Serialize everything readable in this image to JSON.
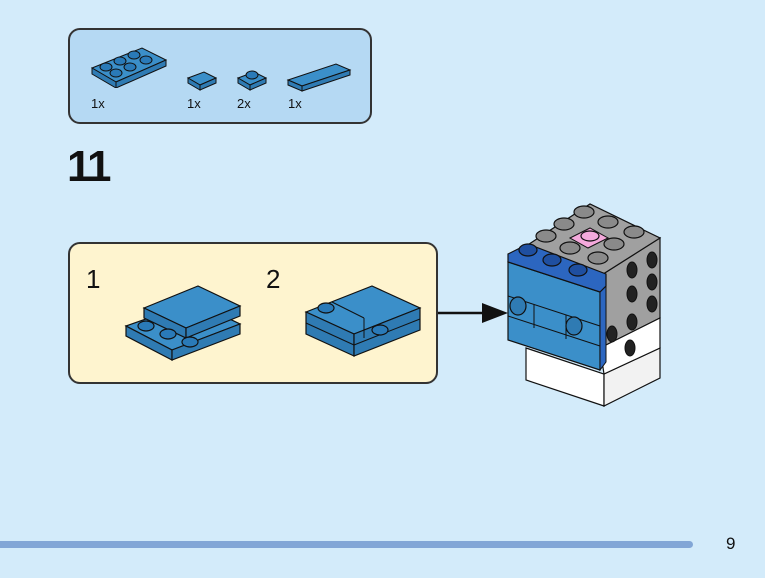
{
  "step": {
    "number": "11"
  },
  "parts_list": {
    "items": [
      {
        "part": "plate-2x3",
        "quantity": "1x",
        "color": "#3b8fc9"
      },
      {
        "part": "tile-1x1",
        "quantity": "1x",
        "color": "#3b8fc9"
      },
      {
        "part": "plate-1x1-round-stud",
        "quantity": "2x",
        "color": "#3b8fc9"
      },
      {
        "part": "tile-1x4",
        "quantity": "1x",
        "color": "#3b8fc9"
      }
    ]
  },
  "sub_assembly": {
    "steps": [
      {
        "number": "1"
      },
      {
        "number": "2"
      }
    ]
  },
  "model": {
    "colors": {
      "blue": "#3b8fc9",
      "dark_blue": "#2c66c0",
      "gray": "#a0a0a0",
      "white": "#ffffff",
      "pink": "#f4a9dc",
      "black": "#111111"
    }
  },
  "footer": {
    "page_number": "9",
    "bar_color": "#82a6d6"
  },
  "colors": {
    "background": "#d3ebfa",
    "parts_box": "#b5d9f3",
    "sub_box": "#fef4cf"
  }
}
